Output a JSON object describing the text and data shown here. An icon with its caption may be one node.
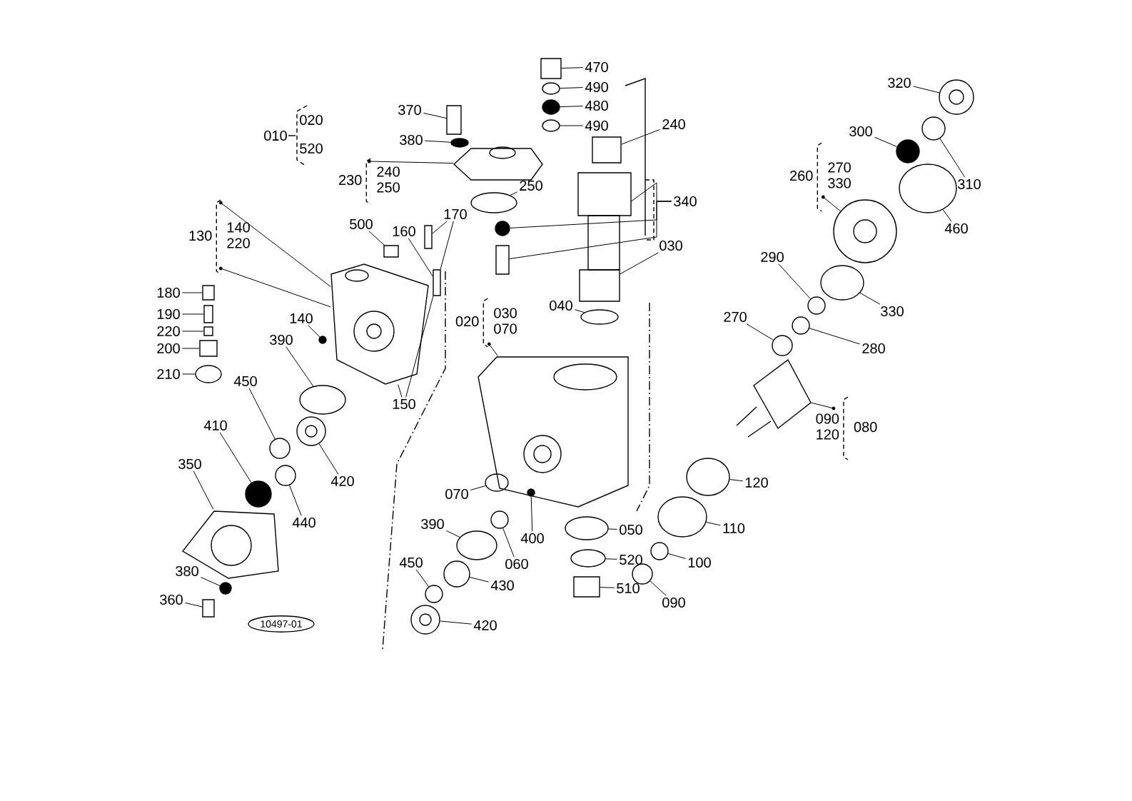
{
  "diagram": {
    "nodes": [
      {
        "text": [
          "370"
        ]
      },
      {
        "text": [
          "380"
        ]
      },
      {
        "text": [
          "230"
        ],
        "beside": [
          "240",
          "250"
        ]
      },
      {
        "text": [
          "470"
        ]
      },
      {
        "text": [
          "490"
        ]
      },
      {
        "text": [
          "480"
        ]
      },
      {
        "text": [
          "490"
        ]
      },
      {
        "text": [
          "240"
        ]
      },
      {
        "text": [
          "250"
        ]
      },
      {
        "text": [
          "340"
        ]
      },
      {
        "text": [
          "500"
        ]
      },
      {
        "text": [
          "160"
        ]
      },
      {
        "text": [
          "170"
        ]
      },
      {
        "text": [
          "130"
        ],
        "beside": [
          "140",
          "220"
        ]
      },
      {
        "text": [
          "030"
        ]
      },
      {
        "text": [
          "040"
        ]
      },
      {
        "text": [
          "180"
        ]
      },
      {
        "text": [
          "190"
        ]
      },
      {
        "text": [
          "220"
        ]
      },
      {
        "text": [
          "200"
        ]
      },
      {
        "text": [
          "210"
        ]
      },
      {
        "text": [
          "140"
        ]
      },
      {
        "text": [
          "150"
        ]
      },
      {
        "text": [
          "020"
        ],
        "beside": [
          "030",
          "070"
        ]
      },
      {
        "text": [
          "390"
        ]
      },
      {
        "text": [
          "450"
        ]
      },
      {
        "text": [
          "410"
        ]
      },
      {
        "text": [
          "420"
        ]
      },
      {
        "text": [
          "350"
        ]
      },
      {
        "text": [
          "440"
        ]
      },
      {
        "text": [
          "380"
        ]
      },
      {
        "text": [
          "360"
        ]
      },
      {
        "text": [
          "070"
        ]
      },
      {
        "text": [
          "390"
        ]
      },
      {
        "text": [
          "400"
        ]
      },
      {
        "text": [
          "060"
        ]
      },
      {
        "text": [
          "450"
        ]
      },
      {
        "text": [
          "430"
        ]
      },
      {
        "text": [
          "420"
        ]
      },
      {
        "text": [
          "050"
        ]
      },
      {
        "text": [
          "520"
        ]
      },
      {
        "text": [
          "510"
        ]
      },
      {
        "text": [
          "320"
        ]
      },
      {
        "text": [
          "300"
        ]
      },
      {
        "text": [
          "310"
        ]
      },
      {
        "text": [
          "260"
        ],
        "beside": [
          "270",
          "330"
        ]
      },
      {
        "text": [
          "460"
        ]
      },
      {
        "text": [
          "290"
        ]
      },
      {
        "text": [
          "330"
        ]
      },
      {
        "text": [
          "270"
        ]
      },
      {
        "text": [
          "280"
        ]
      },
      {
        "text": [
          "080"
        ],
        "beside": [
          "090",
          "120"
        ]
      },
      {
        "text": [
          "120"
        ]
      },
      {
        "text": [
          "110"
        ]
      },
      {
        "text": [
          "100"
        ]
      },
      {
        "text": [
          "090"
        ]
      },
      {
        "text": [
          "10497-01"
        ]
      },
      {
        "text": [],
        "shape": "box"
      },
      {
        "text": [],
        "shape": "circle"
      },
      {
        "text": [],
        "shape": "picture"
      },
      {
        "text": [],
        "shape": "box"
      },
      {
        "text": [],
        "shape": "circle"
      },
      {
        "text": [],
        "shape": "circle"
      },
      {
        "text": [],
        "shape": "circle"
      },
      {
        "text": [],
        "shape": "box"
      },
      {
        "text": [],
        "shape": "circle"
      },
      {
        "text": [],
        "shape": "circle"
      },
      {
        "text": [],
        "shape": "box"
      },
      {
        "text": [],
        "shape": "picture"
      },
      {
        "text": [],
        "shape": "box"
      },
      {
        "text": [],
        "shape": "circle"
      },
      {
        "text": [],
        "shape": "picture"
      },
      {
        "text": [],
        "shape": "box"
      },
      {
        "text": [],
        "shape": "box"
      },
      {
        "text": [],
        "shape": "box"
      },
      {
        "text": [],
        "shape": "circle"
      },
      {
        "text": [],
        "shape": "box"
      },
      {
        "text": [],
        "shape": "box"
      },
      {
        "text": [],
        "shape": "box"
      },
      {
        "text": [],
        "shape": "box"
      },
      {
        "text": [],
        "shape": "circle"
      },
      {
        "text": [],
        "shape": "circle"
      },
      {
        "text": [],
        "shape": "circle"
      },
      {
        "text": [],
        "shape": "circle"
      },
      {
        "text": [],
        "shape": "circle"
      },
      {
        "text": [],
        "shape": "circle"
      },
      {
        "text": [],
        "shape": "picture"
      },
      {
        "text": [],
        "shape": "circle"
      },
      {
        "text": [],
        "shape": "box"
      },
      {
        "text": [],
        "shape": "picture"
      },
      {
        "text": [],
        "shape": "circle",
        "in": 89
      },
      {
        "text": [],
        "shape": "circle",
        "in": 89
      },
      {
        "text": [],
        "shape": "circle"
      },
      {
        "text": [],
        "shape": "circle"
      },
      {
        "text": [],
        "shape": "circle"
      },
      {
        "text": [],
        "shape": "circle"
      },
      {
        "text": [],
        "shape": "circle"
      },
      {
        "text": [],
        "shape": "circle"
      },
      {
        "text": [],
        "shape": "circle"
      },
      {
        "text": [],
        "shape": "box"
      },
      {
        "text": [],
        "shape": "circle"
      },
      {
        "text": [],
        "shape": "circle"
      },
      {
        "text": [],
        "shape": "circle"
      },
      {
        "text": [],
        "shape": "circle"
      },
      {
        "text": [],
        "shape": "circle"
      },
      {
        "text": [],
        "shape": "circle"
      },
      {
        "text": [],
        "shape": "circle"
      },
      {
        "text": [],
        "shape": "circle"
      },
      {
        "text": [],
        "shape": "circle"
      },
      {
        "text": [],
        "shape": "picture"
      },
      {
        "text": [],
        "shape": "circle"
      },
      {
        "text": [],
        "shape": "circle"
      },
      {
        "text": [],
        "shape": "circle"
      },
      {
        "text": [],
        "shape": "circle"
      }
    ],
    "edges": [
      {
        "from": 0,
        "to": 57,
        "arrow": "none"
      },
      {
        "from": 1,
        "to": 58,
        "arrow": "none"
      },
      {
        "from": 2,
        "to": 59,
        "arrow": "none"
      },
      {
        "from": 3,
        "to": 60,
        "arrow": "none"
      },
      {
        "from": 4,
        "to": 61,
        "arrow": "none"
      },
      {
        "from": 5,
        "to": 62,
        "arrow": "none"
      },
      {
        "from": 6,
        "to": 63,
        "arrow": "none"
      },
      {
        "from": 7,
        "to": 64,
        "arrow": "none"
      },
      {
        "from": 8,
        "to": 65,
        "arrow": "none"
      },
      {
        "from": 9,
        "to": 68,
        "arrow": "none"
      },
      {
        "from": 9,
        "to": 66,
        "arrow": "none"
      },
      {
        "from": 9,
        "to": 67,
        "arrow": "none"
      },
      {
        "from": 10,
        "to": 72,
        "arrow": "none"
      },
      {
        "from": 11,
        "to": 74,
        "arrow": "none"
      },
      {
        "from": 12,
        "to": 73,
        "arrow": "none"
      },
      {
        "from": 12,
        "to": 74,
        "arrow": "none"
      },
      {
        "from": 13,
        "to": 71,
        "arrow": "none"
      },
      {
        "from": 13,
        "to": 71,
        "arrow": "none"
      },
      {
        "from": 14,
        "to": 69,
        "arrow": "none"
      },
      {
        "from": 15,
        "to": 70,
        "arrow": "none"
      },
      {
        "from": 16,
        "to": 76,
        "arrow": "none"
      },
      {
        "from": 17,
        "to": 77,
        "arrow": "none"
      },
      {
        "from": 18,
        "to": 78,
        "arrow": "none"
      },
      {
        "from": 19,
        "to": 79,
        "arrow": "none"
      },
      {
        "from": 20,
        "to": 80,
        "arrow": "none"
      },
      {
        "from": 21,
        "to": 75,
        "arrow": "none"
      },
      {
        "from": 22,
        "to": 74,
        "arrow": "none"
      },
      {
        "from": 22,
        "to": 71,
        "arrow": "none"
      },
      {
        "from": 23,
        "to": 89,
        "arrow": "none"
      },
      {
        "from": 24,
        "to": 81,
        "arrow": "none"
      },
      {
        "from": 25,
        "to": 83,
        "arrow": "none"
      },
      {
        "from": 26,
        "to": 85,
        "arrow": "none"
      },
      {
        "from": 27,
        "to": 82,
        "arrow": "none"
      },
      {
        "from": 28,
        "to": 86,
        "arrow": "none"
      },
      {
        "from": 29,
        "to": 84,
        "arrow": "none"
      },
      {
        "from": 30,
        "to": 87,
        "arrow": "none"
      },
      {
        "from": 31,
        "to": 88,
        "arrow": "none"
      },
      {
        "from": 32,
        "to": 90,
        "arrow": "none"
      },
      {
        "from": 33,
        "to": 93,
        "arrow": "none"
      },
      {
        "from": 34,
        "to": 91,
        "arrow": "none"
      },
      {
        "from": 35,
        "to": 92,
        "arrow": "none"
      },
      {
        "from": 36,
        "to": 95,
        "arrow": "none"
      },
      {
        "from": 37,
        "to": 94,
        "arrow": "none"
      },
      {
        "from": 38,
        "to": 96,
        "arrow": "none"
      },
      {
        "from": 39,
        "to": 97,
        "arrow": "none"
      },
      {
        "from": 40,
        "to": 98,
        "arrow": "none"
      },
      {
        "from": 41,
        "to": 99,
        "arrow": "none"
      },
      {
        "from": 42,
        "to": 100,
        "arrow": "none"
      },
      {
        "from": 43,
        "to": 102,
        "arrow": "none"
      },
      {
        "from": 44,
        "to": 101,
        "arrow": "none"
      },
      {
        "from": 45,
        "to": 104,
        "arrow": "none"
      },
      {
        "from": 46,
        "to": 103,
        "arrow": "none"
      },
      {
        "from": 47,
        "to": 106,
        "arrow": "none"
      },
      {
        "from": 48,
        "to": 105,
        "arrow": "none"
      },
      {
        "from": 49,
        "to": 108,
        "arrow": "none"
      },
      {
        "from": 50,
        "to": 107,
        "arrow": "none"
      },
      {
        "from": 51,
        "to": 109,
        "arrow": "none"
      },
      {
        "from": 52,
        "to": 110,
        "arrow": "none"
      },
      {
        "from": 53,
        "to": 111,
        "arrow": "none"
      },
      {
        "from": 54,
        "to": 112,
        "arrow": "none"
      },
      {
        "from": 55,
        "to": 113,
        "arrow": "none"
      }
    ],
    "labels": [
      "010",
      "020",
      "520"
    ]
  }
}
